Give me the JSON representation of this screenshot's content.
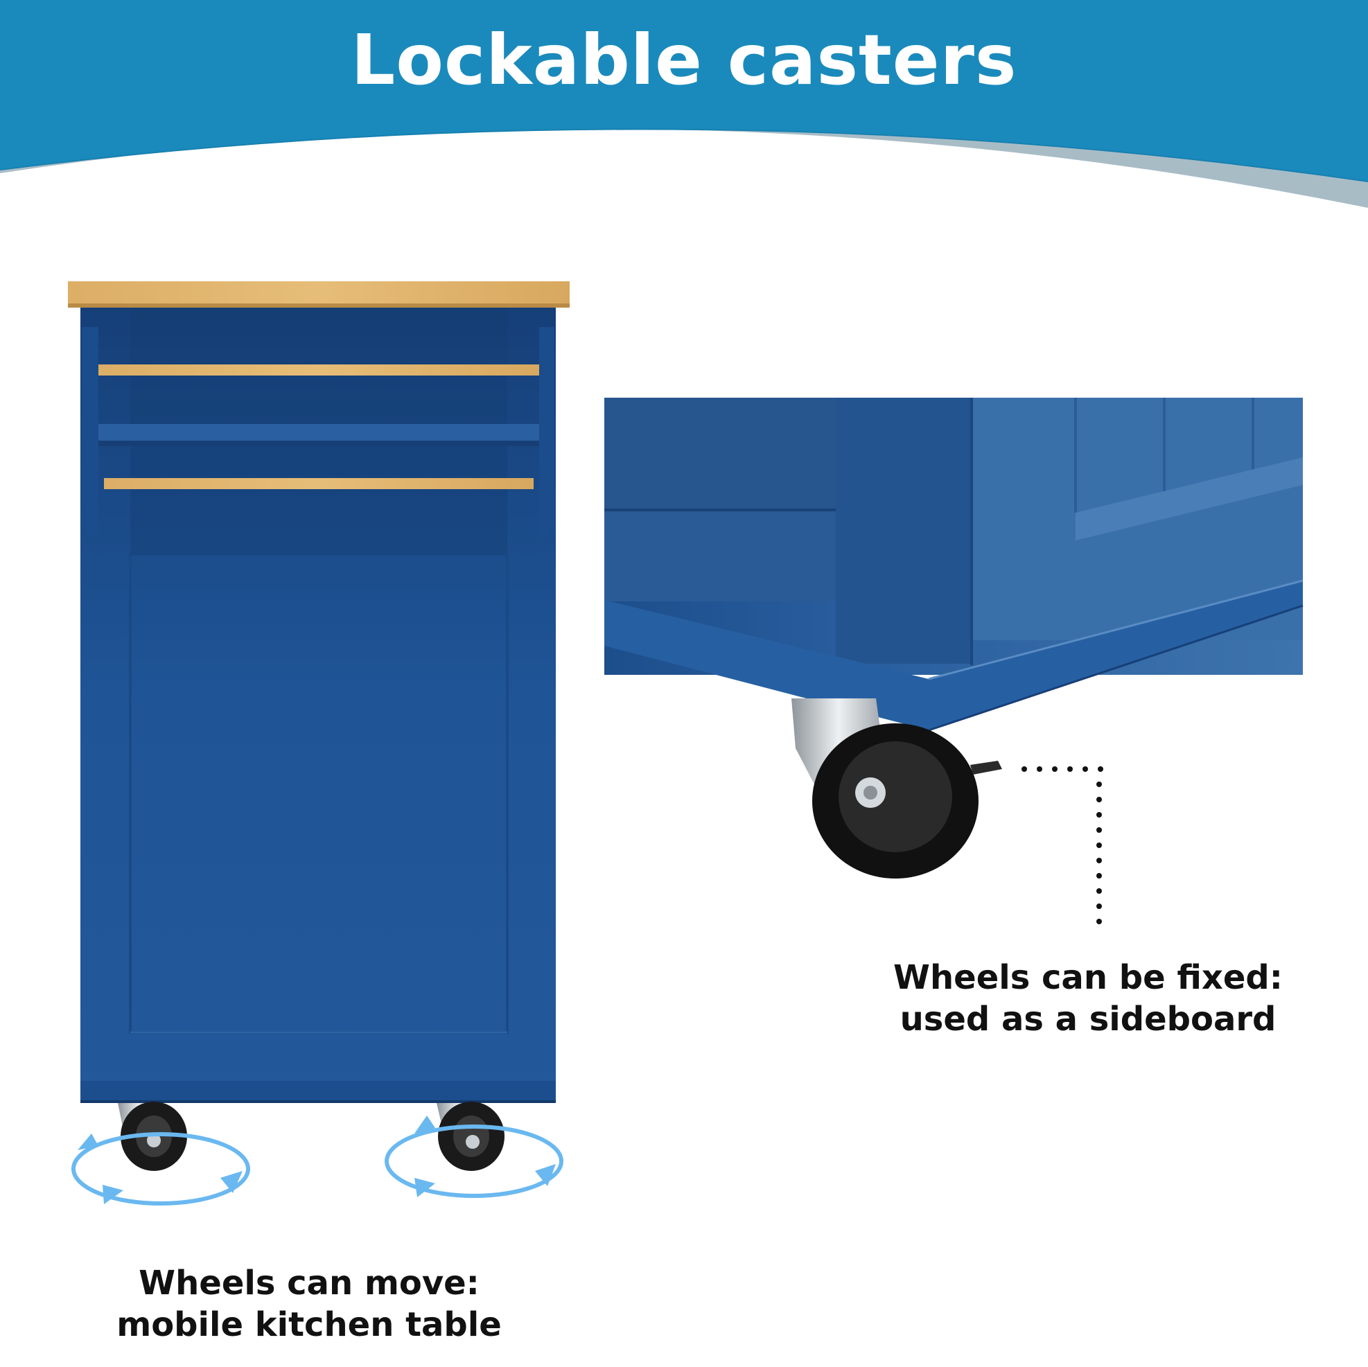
{
  "header": {
    "title": "Lockable casters"
  },
  "captions": {
    "moving": {
      "line1": "Wheels can move:",
      "line2": "mobile kitchen table"
    },
    "fixed": {
      "line1": "Wheels can be fixed:",
      "line2": "used as a sideboard"
    }
  },
  "colors": {
    "header_blue": "#1a8abc",
    "header_shadow": "#a8bcc6",
    "cabinet_blue": "#1f5597",
    "cabinet_dark": "#153f75",
    "wood": "#e0b46c",
    "rotation_arrow": "#6ab8f0"
  },
  "icons": {
    "rotation_left": "rotate-arrows-icon",
    "rotation_right": "rotate-arrows-icon",
    "leader_line": "dotted-leader-line"
  }
}
